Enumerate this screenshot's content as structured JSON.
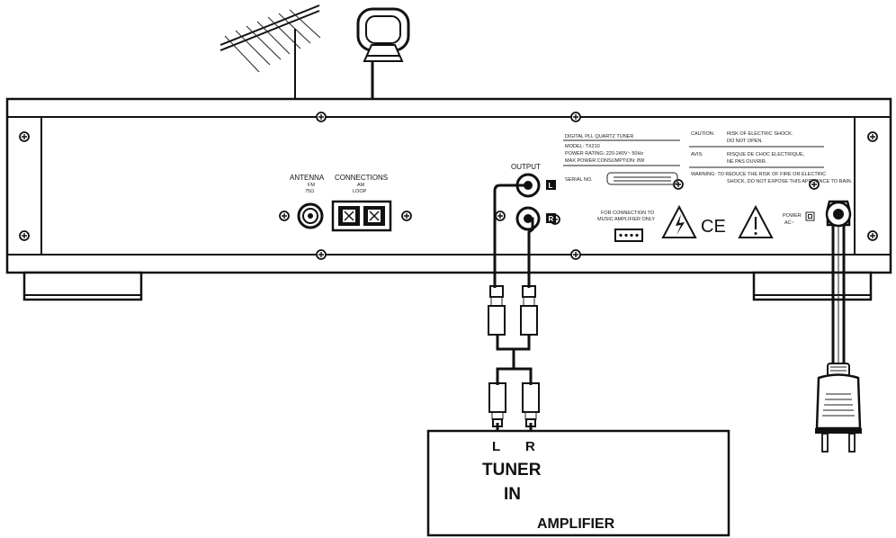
{
  "panel": {
    "antenna_label": "ANTENNA",
    "fm_label": "FM",
    "fm_impedance": "75Ω",
    "connections_label": "CONNECTIONS",
    "am_label": "AM",
    "am_loop_label": "LOOP",
    "output_label": "OUTPUT",
    "output_left_badge": "L",
    "output_right_badge": "R",
    "info_title": "DIGITAL PLL QUARTZ TUNER",
    "info_model": "MODEL: TX210",
    "info_power_rating": "POWER RATING: 220-240V~ 50Hz",
    "info_power_consumption": "MAX POWER CONSUMPTION: 8W",
    "serial_label": "SERIAL NO.",
    "caution_label": "CAUTION:",
    "caution_line1": "RISK OF ELECTRIC SHOCK.",
    "caution_line2": "DO NOT OPEN.",
    "avis_label": "AVIS:",
    "avis_line1": "RISQUE DE CHOC ELECTRIQUE,",
    "avis_line2": "NE PAS OUVRIR.",
    "warning_line1": "WARNING: TO REDUCE THE RISK OF FIRE OR ELECTRIC",
    "warning_line2": "SHOCK, DO NOT EXPOSE THIS APPLIANCE TO RAIN.",
    "connection_note_line1": "FOR CONNECTION TO",
    "connection_note_line2": "MUSIC AMPLIFIER ONLY",
    "ce_mark": "CE",
    "power_label": "POWER",
    "power_spec": "AC~"
  },
  "amplifier": {
    "input_left": "L",
    "input_right": "R",
    "tuner_label": "TUNER",
    "in_label": "IN",
    "title": "AMPLIFIER"
  },
  "icons": [
    "fm-yagi-antenna-icon",
    "am-loop-antenna-icon",
    "rca-plug-icon",
    "power-plug-icon",
    "screw-icon",
    "warning-triangle-icon",
    "lightning-triangle-icon"
  ]
}
